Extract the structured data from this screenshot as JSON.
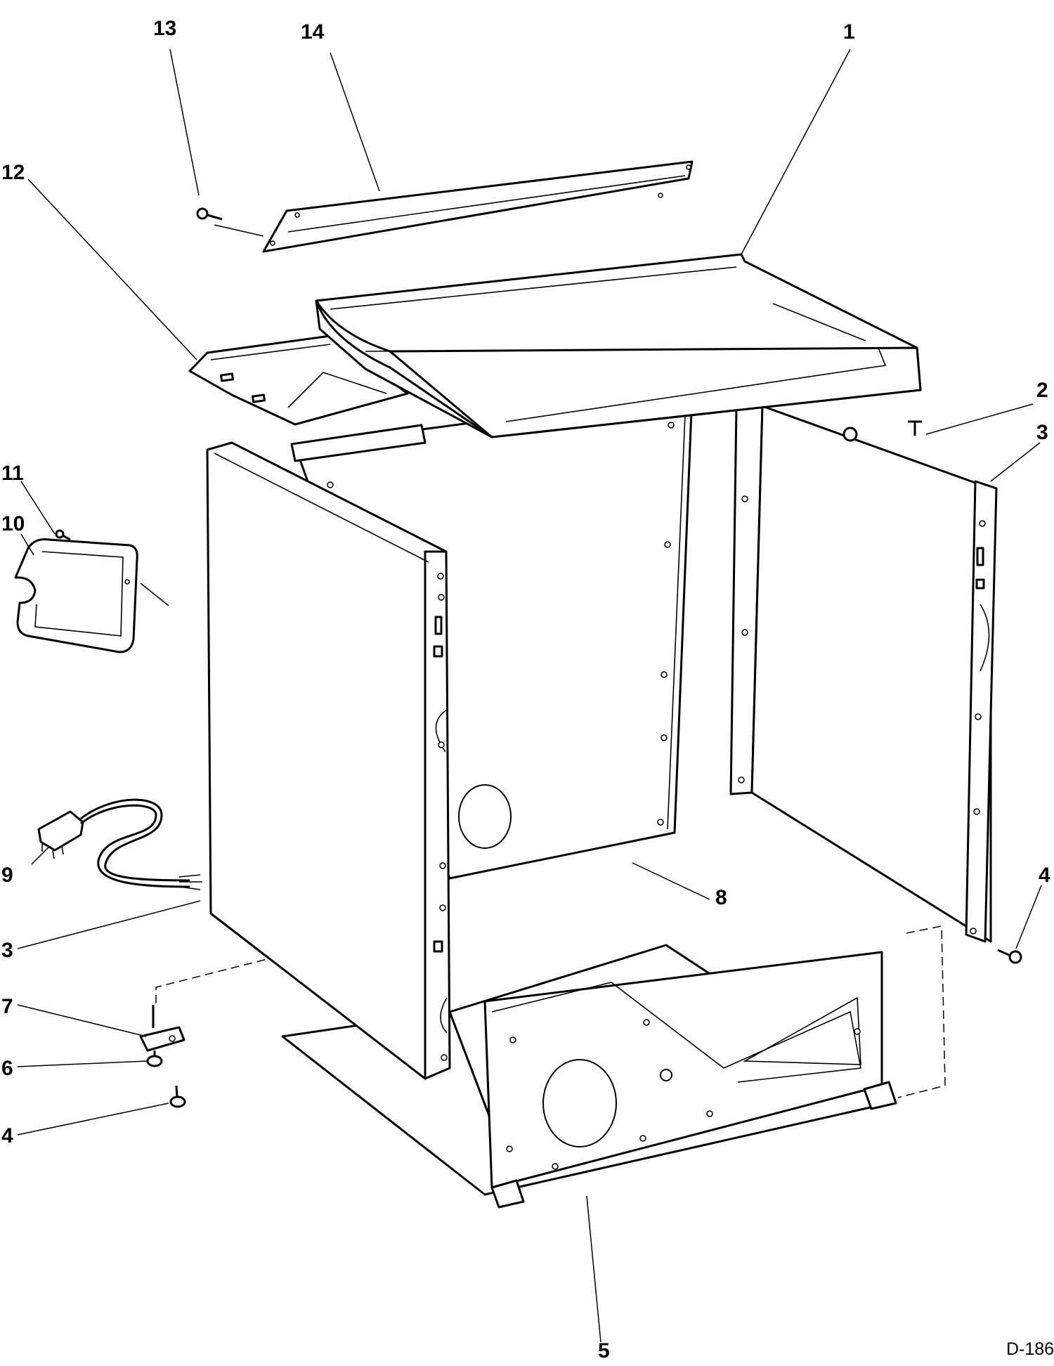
{
  "drawing_ref": "D-186",
  "callouts": {
    "c1": "1",
    "c2": "2",
    "c3a": "3",
    "c3b": "3",
    "c4a": "4",
    "c4b": "4",
    "c5": "5",
    "c6": "6",
    "c7": "7",
    "c8": "8",
    "c9": "9",
    "c10": "10",
    "c11": "11",
    "c12": "12",
    "c13": "13",
    "c14": "14"
  }
}
